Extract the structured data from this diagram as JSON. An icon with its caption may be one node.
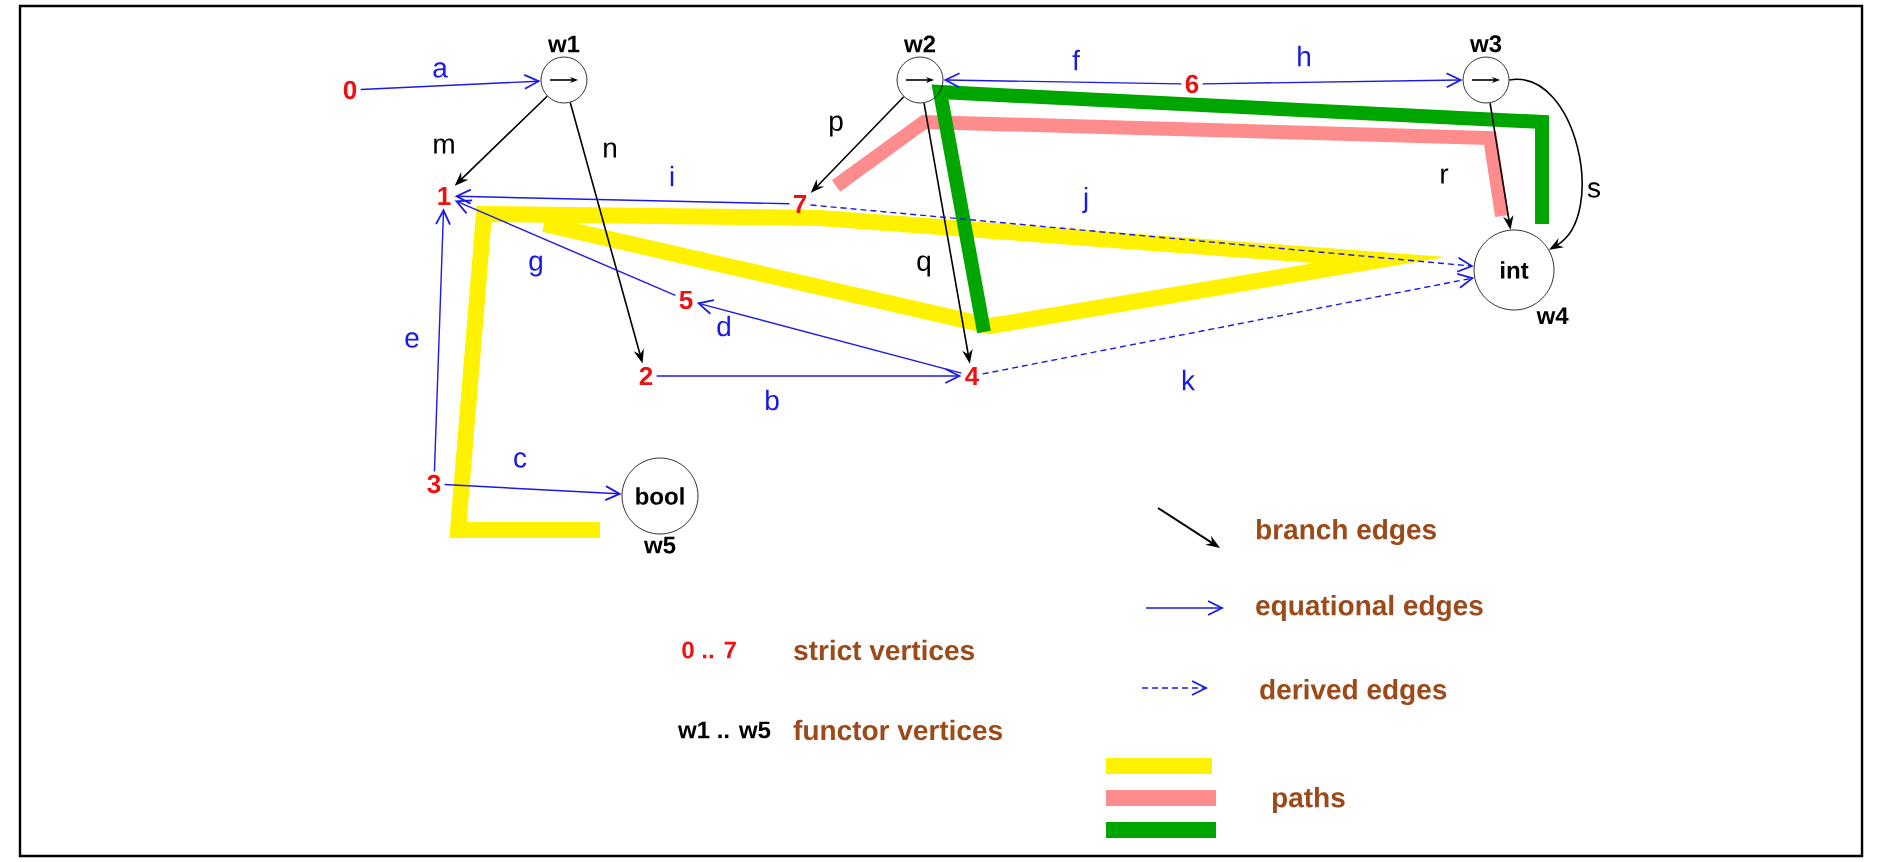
{
  "diagram": {
    "nodes": [
      {
        "text": [
          "0"
        ]
      },
      {
        "text": [
          "1"
        ]
      },
      {
        "text": [
          "2"
        ]
      },
      {
        "text": [
          "3"
        ]
      },
      {
        "text": [
          "4"
        ]
      },
      {
        "text": [
          "5"
        ]
      },
      {
        "text": [
          "6"
        ]
      },
      {
        "text": [
          "7"
        ]
      },
      {
        "text": [
          "w1"
        ]
      },
      {
        "text": [
          "w2"
        ]
      },
      {
        "text": [
          "w3"
        ]
      },
      {
        "text": [
          "int",
          "w4"
        ]
      },
      {
        "text": [
          "bool",
          "w5"
        ]
      }
    ],
    "edges": [
      {
        "from": 0,
        "to": 8,
        "arrow": "to",
        "label": "a"
      },
      {
        "from": 8,
        "to": 1,
        "arrow": "to",
        "label": "m",
        "color": "#000000"
      },
      {
        "from": 8,
        "to": 2,
        "arrow": "to",
        "label": "n",
        "color": "#000000"
      },
      {
        "from": 9,
        "to": 7,
        "arrow": "to",
        "label": "p",
        "color": "#000000"
      },
      {
        "from": 9,
        "to": 4,
        "arrow": "to",
        "label": "q",
        "color": "#000000"
      },
      {
        "from": 10,
        "to": 11,
        "arrow": "to",
        "label": "r",
        "color": "#000000"
      },
      {
        "from": 10,
        "to": 11,
        "arrow": "to",
        "label": "s",
        "color": "#000000"
      },
      {
        "from": 6,
        "to": 9,
        "arrow": "to",
        "label": "f"
      },
      {
        "from": 6,
        "to": 10,
        "arrow": "to",
        "label": "h"
      },
      {
        "from": 7,
        "to": 1,
        "arrow": "to",
        "label": "i"
      },
      {
        "from": 7,
        "to": 11,
        "arrow": "to",
        "label": "j",
        "style": "dashed"
      },
      {
        "from": 4,
        "to": 11,
        "arrow": "to",
        "label": "k",
        "style": "dashed"
      },
      {
        "from": 5,
        "to": 1,
        "arrow": "to",
        "label": "g"
      },
      {
        "from": 4,
        "to": 5,
        "arrow": "to",
        "label": "d"
      },
      {
        "from": 2,
        "to": 4,
        "arrow": "to",
        "label": "b"
      },
      {
        "from": 3,
        "to": 1,
        "arrow": "to",
        "label": "e"
      },
      {
        "from": 3,
        "to": 12,
        "arrow": "to",
        "label": "c"
      }
    ],
    "labels": [
      "0 .. 7",
      "strict vertices",
      "w1 .. w5",
      "functor vertices"
    ],
    "legend": [
      {
        "text": "branch edges"
      },
      {
        "text": "equational edges"
      },
      {
        "text": "derived edges"
      },
      {
        "text": "paths"
      }
    ]
  }
}
